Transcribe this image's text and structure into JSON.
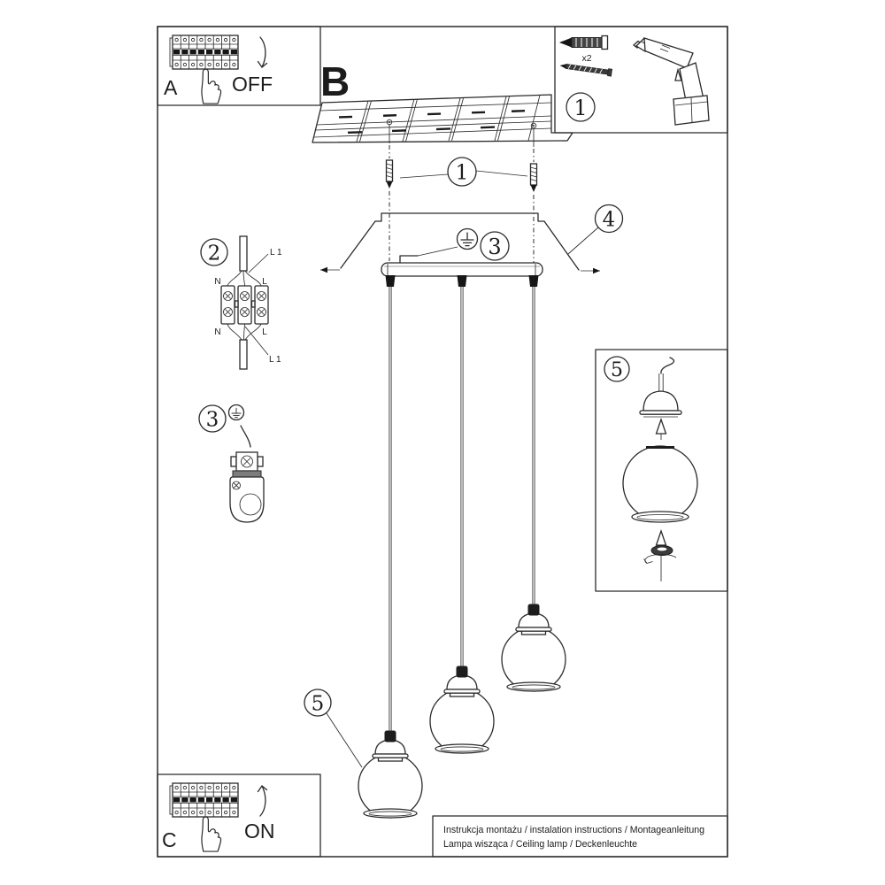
{
  "page": {
    "section_b": "B"
  },
  "boxes": {
    "a": {
      "label": "A",
      "action": "OFF"
    },
    "c": {
      "label": "C",
      "action": "ON"
    },
    "tools": {
      "qty": "x2",
      "step": "1"
    },
    "shade_detail": {
      "step": "5"
    }
  },
  "steps": {
    "screws": "1",
    "wiring": "2",
    "ground_canopy": "3",
    "canopy": "4",
    "ground_detail": "3",
    "shade": "5"
  },
  "wiring_labels": {
    "n_top": "N",
    "l_top": "L",
    "l1_top": "L 1",
    "n_bottom": "N",
    "l_bottom": "L",
    "l1_bottom": "L 1"
  },
  "footer": {
    "line1": "Instrukcja montażu / instalation instructions / Montageanleitung",
    "line2": "Lampa wisząca / Ceiling lamp / Deckenleuchte"
  },
  "colors": {
    "ink": "#2b2b2b",
    "paper": "#ffffff"
  }
}
